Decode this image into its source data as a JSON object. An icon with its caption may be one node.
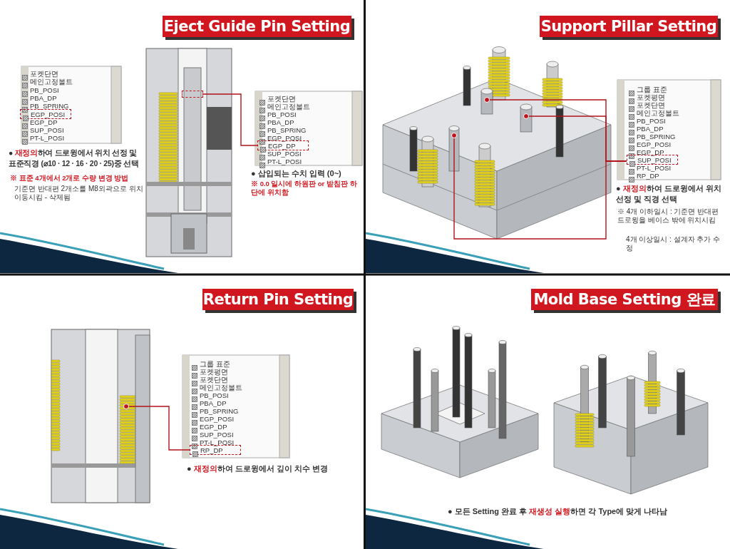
{
  "diagram": {
    "nodes": [
      {
        "text": [
          "EGP_POSI"
        ]
      },
      {
        "text": [],
        "shape": "box"
      },
      {
        "text": [
          "EGP_DP"
        ]
      },
      {
        "text": [
          "SUP_POSI"
        ]
      },
      {
        "text": [],
        "shape": "circle"
      },
      {
        "text": [],
        "shape": "circle"
      },
      {
        "text": [],
        "shape": "circle"
      },
      {
        "text": [
          "RP_DP"
        ]
      },
      {
        "text": [],
        "shape": "circle"
      }
    ],
    "edges": [
      {
        "from": 2,
        "to": 1,
        "arrow": "none"
      },
      {
        "from": 3,
        "to": 4,
        "arrow": "none"
      },
      {
        "from": 3,
        "to": 5,
        "arrow": "none"
      },
      {
        "from": 3,
        "to": 6,
        "arrow": "none"
      },
      {
        "from": 7,
        "to": 8,
        "arrow": "none"
      }
    ],
    "labels": [
      "Eject Guide Pin Setting",
      "포켓단면",
      "메인고정볼트",
      "PB_POSI",
      "PBA_DP",
      "PB_SPRING",
      "EGP_DP",
      "SUP_POSI",
      "PT-L_POSI",
      "● **재정의**하여 드로윙에서 위치 선정 및 표준직경 (⌀10 · 12 · 16 · 20 · 25)중 선택",
      "※ 표준 4개에서 2개로 수량 변경 방법",
      "기준면 반대편 2개소를 M8외곽으로 위치 이동시킴 - 삭제됨",
      "포켓단면",
      "메인고정볼트",
      "PB_POSI",
      "PBA_DP",
      "PB_SPRING",
      "EGP_POSI",
      "SUP_POSI",
      "PT-L_POSI",
      "● 삽입되는 수치 입력 (0~)",
      "※ 0.0 일시에 하원판 or 받침판 하단에 위치함",
      "Support Pillar Setting",
      "그룹 표준",
      "포켓평면",
      "포켓단면",
      "메인고정볼트",
      "PB_POSI",
      "PBA_DP",
      "PB_SPRING",
      "EGP_POSI",
      "EGP_DP",
      "PT-L_POSI",
      "RP_DP",
      "● **재정의**하여 드로윙에서 위치 선정 및 직경 선택",
      "※ 4개 이하일시 : 기준면 반대편 드로윙을 베이스 밖에 위치시킴",
      "4개 이상일시 : 설계자 추가 수정",
      "Return Pin Setting",
      "그룹 표준",
      "포켓평면",
      "포켓단면",
      "메인고정볼트",
      "PB_POSI",
      "PBA_DP",
      "PB_SPRING",
      "EGP_POSI",
      "EGP_DP",
      "SUP_POSI",
      "PT-L_POSI",
      "● **재정의**하여 드로윙에서 깊이 치수 변경",
      "Mold Base Setting 완료",
      "● 모든 Setting 완료 후 **재생성 실행**하면 각 Type에 맞게 나타남"
    ]
  }
}
